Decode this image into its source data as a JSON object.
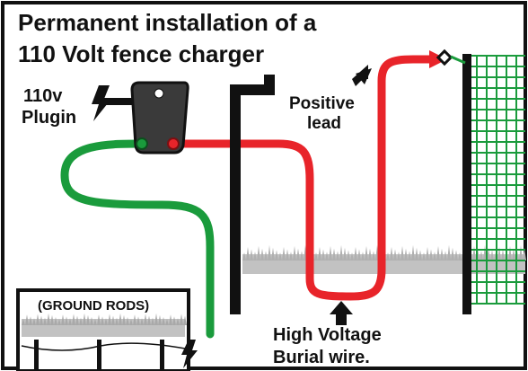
{
  "title_line1": "Permanent installation of a",
  "title_line2": "110 Volt fence charger",
  "plugin_line1": "110v",
  "plugin_line2": "Plugin",
  "positive_line1": "Positive",
  "positive_line2": "lead",
  "burial_line1": "High Voltage",
  "burial_line2": "Burial wire.",
  "ground_rods": "(GROUND RODS)",
  "colors": {
    "positive_wire": "#e8242a",
    "ground_wire": "#1a9b3c",
    "fence_mesh": "#1a9b3c",
    "grass": "#a9a9a9",
    "frame": "#111111"
  }
}
